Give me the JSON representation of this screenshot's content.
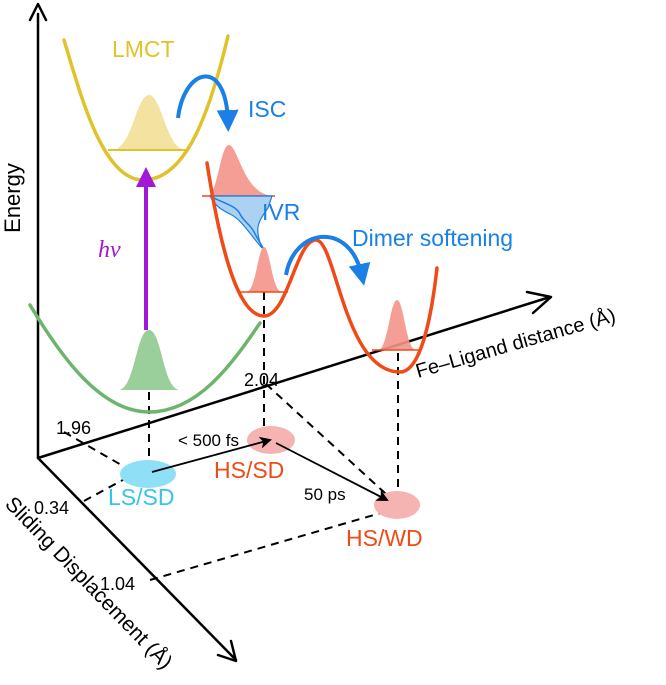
{
  "axes": {
    "energy": "Energy",
    "fe_ligand": "Fe–Ligand distance (Å)",
    "sliding": "Sliding Displacement (Å)"
  },
  "states": {
    "lmct": "LMCT",
    "ls_sd": "LS/SD",
    "hs_sd": "HS/SD",
    "hs_wd": "HS/WD"
  },
  "processes": {
    "isc": "ISC",
    "ivr": "IVR",
    "dimer_softening": "Dimer softening",
    "excitation": "hν"
  },
  "times": {
    "fast": "< 500 fs",
    "slow": "50 ps"
  },
  "ticks": {
    "fe_196": "1.96",
    "fe_204": "2.04",
    "sd_034": "0.34",
    "sd_104": "1.04"
  },
  "colors": {
    "lmct_curve": "#e0c22a",
    "lmct_fill": "#f3df96",
    "ground_curve": "#6db56d",
    "ground_fill": "#8fc98f",
    "hs_curve": "#f04a17",
    "hs_fill": "#f4938a",
    "blue_arrow": "#1a7fe6",
    "ivr_fill": "#9ccaf0",
    "excitation": "#a318d6",
    "ls_text": "#36c4ec",
    "ls_ellipse": "#8fe0f6",
    "hs_ellipse": "#f5b4b2",
    "axis": "#000000"
  }
}
